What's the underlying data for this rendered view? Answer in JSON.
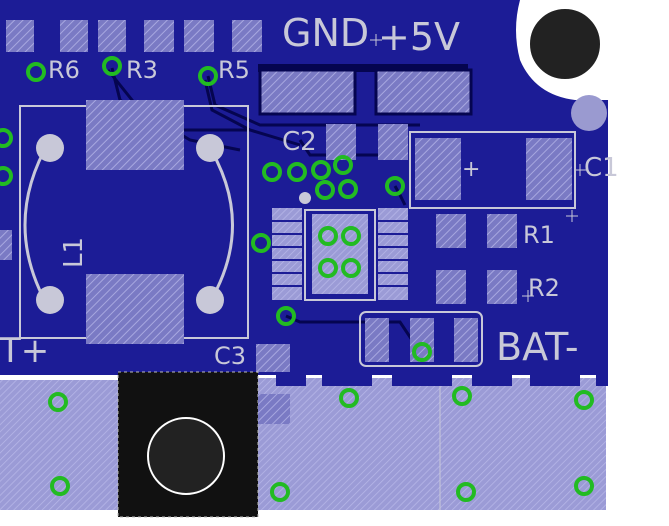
{
  "labels": {
    "gnd": "GND",
    "vcc": "+5V",
    "r6": "R6",
    "r3": "R3",
    "r5": "R5",
    "c2": "C2",
    "c1": "C1",
    "r1": "R1",
    "r2": "R2",
    "l1": "L1",
    "c3": "C3",
    "bat_minus": "BAT-",
    "bat_plus_fragment": "T+",
    "polarity_plus": "+"
  },
  "colors": {
    "board": "#1c1c96",
    "pad_fill": "#8282c8",
    "silkscreen": "#c8c8d8",
    "via": "#22bb22",
    "track": "#050550",
    "hole": "#1a1a1a",
    "background": "#ffffff"
  }
}
